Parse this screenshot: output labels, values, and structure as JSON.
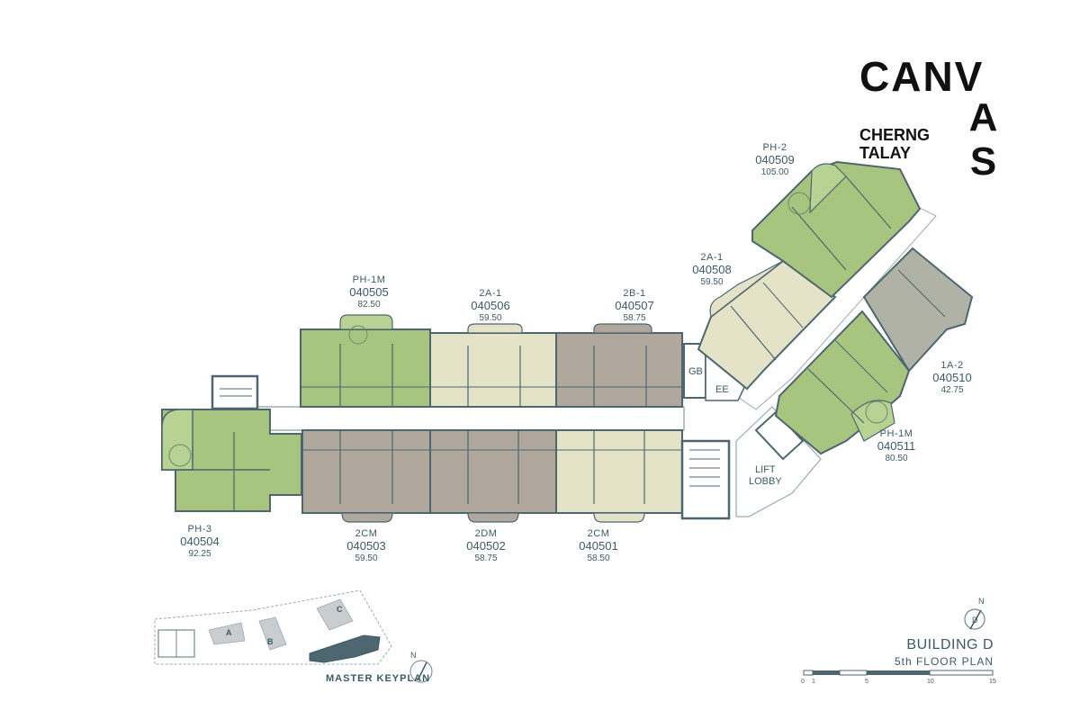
{
  "brand": {
    "name_top": "CANV",
    "name_side": "AS",
    "sub_line1": "CHERNG",
    "sub_line2": "TALAY"
  },
  "units": [
    {
      "type": "PH-3",
      "code": "040504",
      "area": "92.25",
      "color": "#a8c57f"
    },
    {
      "type": "2CM",
      "code": "040503",
      "area": "59.50",
      "color": "#b0a89c"
    },
    {
      "type": "2DM",
      "code": "040502",
      "area": "58.75",
      "color": "#b0a89c"
    },
    {
      "type": "2CM",
      "code": "040501",
      "area": "58.50",
      "color": "#e4e3c8"
    },
    {
      "type": "PH-1M",
      "code": "040505",
      "area": "82.50",
      "color": "#a8c57f"
    },
    {
      "type": "2A-1",
      "code": "040506",
      "area": "59.50",
      "color": "#e4e3c8"
    },
    {
      "type": "2B-1",
      "code": "040507",
      "area": "58.75",
      "color": "#b0a89c"
    },
    {
      "type": "2A-1",
      "code": "040508",
      "area": "59.50",
      "color": "#e4e3c8"
    },
    {
      "type": "PH-2",
      "code": "040509",
      "area": "105.00",
      "color": "#a8c57f"
    },
    {
      "type": "1A-2",
      "code": "040510",
      "area": "42.75",
      "color": "#b0b2a6"
    },
    {
      "type": "PH-1M",
      "code": "040511",
      "area": "80.50",
      "color": "#a8c57f"
    }
  ],
  "rooms": {
    "gb": "GB",
    "ee": "EE",
    "lift_line1": "LIFT",
    "lift_line2": "LOBBY"
  },
  "keyplan": {
    "title": "MASTER KEYPLAN",
    "block_a": "A",
    "block_b": "B",
    "block_c": "C",
    "north": "N"
  },
  "compass": {
    "north": "N",
    "building": "D"
  },
  "building": {
    "name": "BUILDING D",
    "floor": "5th  FLOOR  PLAN"
  },
  "scale": {
    "ticks": [
      "0",
      "1",
      "5",
      "10",
      "15"
    ]
  },
  "colors": {
    "wall": "#4d6670",
    "corridor": "#ffffff",
    "text": "#3c5a66"
  }
}
